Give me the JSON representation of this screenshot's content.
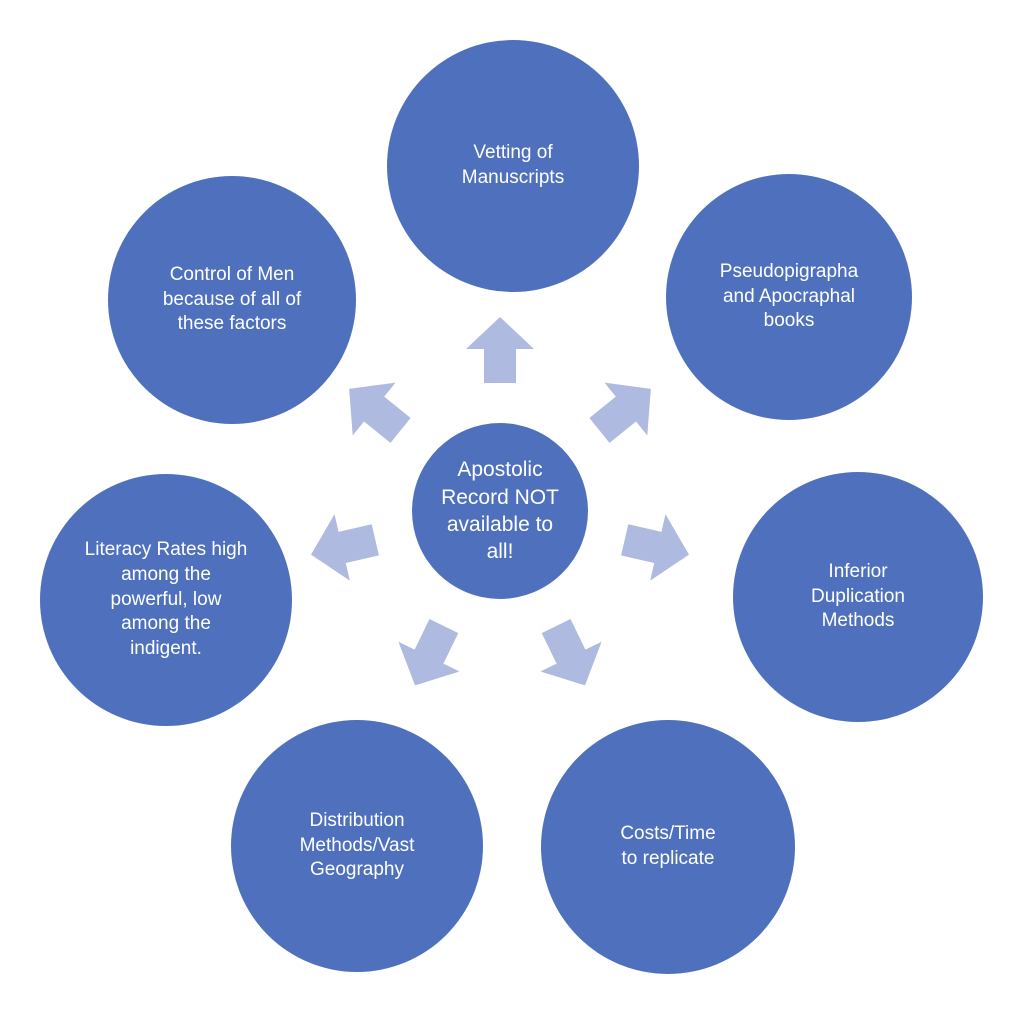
{
  "colors": {
    "node_fill": "#4f71bd",
    "arrow_fill": "#aebadf",
    "text": "#ffffff",
    "background": "#ffffff"
  },
  "center": {
    "text": "Apostolic\nRecord NOT\navailable to\nall!"
  },
  "nodes": [
    {
      "id": "vetting",
      "text": "Vetting of\nManuscripts"
    },
    {
      "id": "pseudopigrapha",
      "text": "Pseudopigrapha\nand Apocraphal\nbooks"
    },
    {
      "id": "duplication",
      "text": "Inferior\nDuplication\nMethods"
    },
    {
      "id": "costs",
      "text": "Costs/Time\nto replicate"
    },
    {
      "id": "distribution",
      "text": "Distribution\nMethods/Vast\nGeography"
    },
    {
      "id": "literacy",
      "text": "Literacy Rates high\namong the\npowerful, low\namong the\nindigent."
    },
    {
      "id": "control",
      "text": "Control of Men\nbecause of all of\nthese factors"
    }
  ]
}
